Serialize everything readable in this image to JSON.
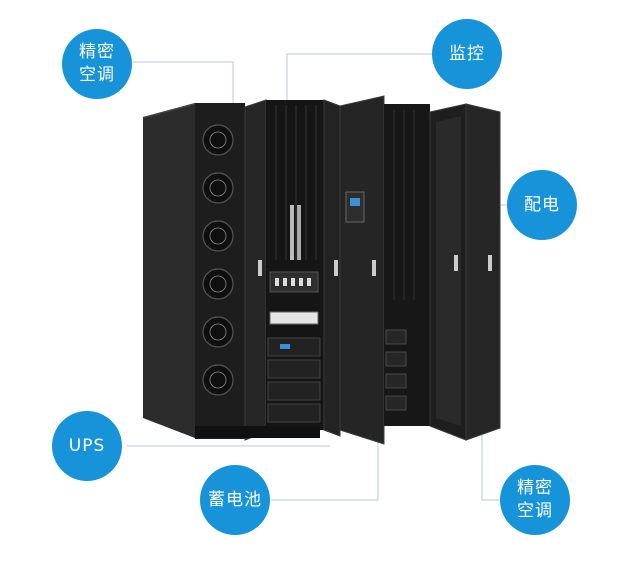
{
  "callouts": {
    "precision_ac_top": {
      "line1": "精密",
      "line2": "空调"
    },
    "monitoring": {
      "label": "监控"
    },
    "power_distribution": {
      "label": "配电"
    },
    "ups": {
      "label": "UPS"
    },
    "battery": {
      "label": "蓄电池"
    },
    "precision_ac_bottom": {
      "line1": "精密",
      "line2": "空调"
    }
  },
  "colors": {
    "bubble": "#1794d9",
    "leader_line": "#b7c9d6",
    "cabinet_body": "#2a2a2a",
    "cabinet_dark": "#1a1a1a"
  }
}
